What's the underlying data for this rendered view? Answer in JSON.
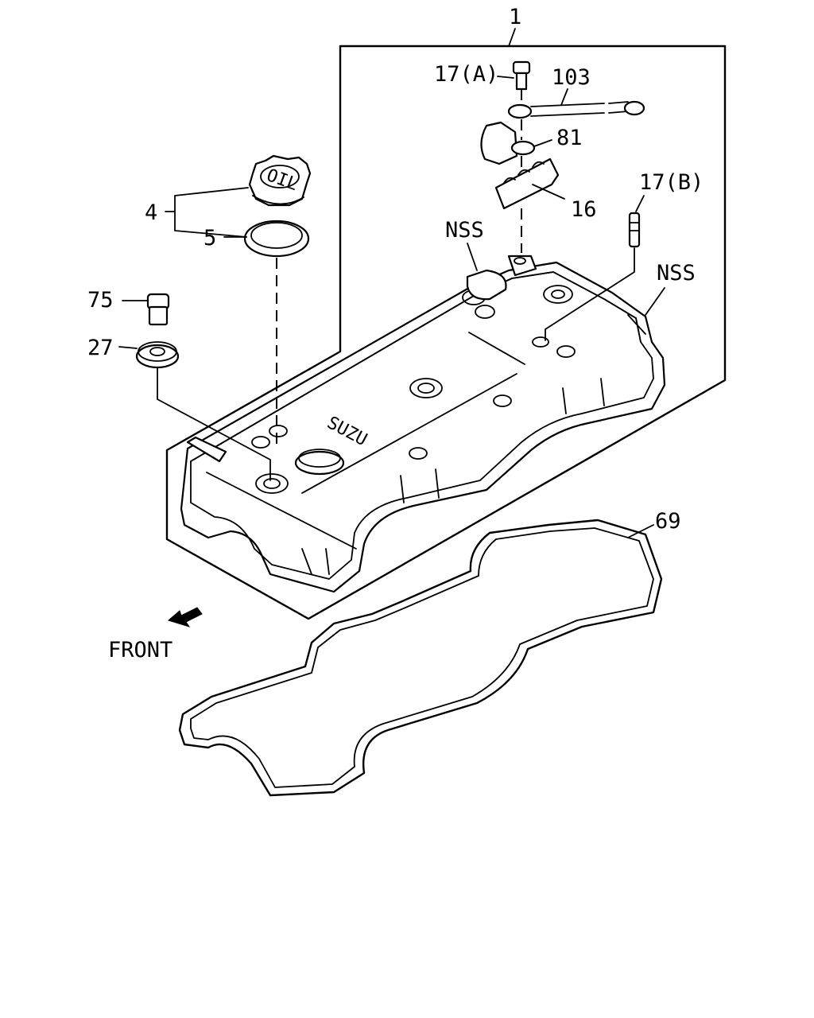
{
  "labels": {
    "assembly": "1",
    "bolt_a": "17(A)",
    "bracket_103": "103",
    "clip_81": "81",
    "clamp_16": "16",
    "stud_b": "17(B)",
    "nss_left": "NSS",
    "nss_right": "NSS",
    "cap": "4",
    "gasket_cap": "5",
    "bolt_75": "75",
    "washer_27": "27",
    "gasket_69": "69",
    "front": "FRONT"
  },
  "embossing": {
    "cover_text": "SUZU",
    "cap_text": "OIL"
  },
  "colors": {
    "line": "#000000",
    "background": "#ffffff"
  }
}
